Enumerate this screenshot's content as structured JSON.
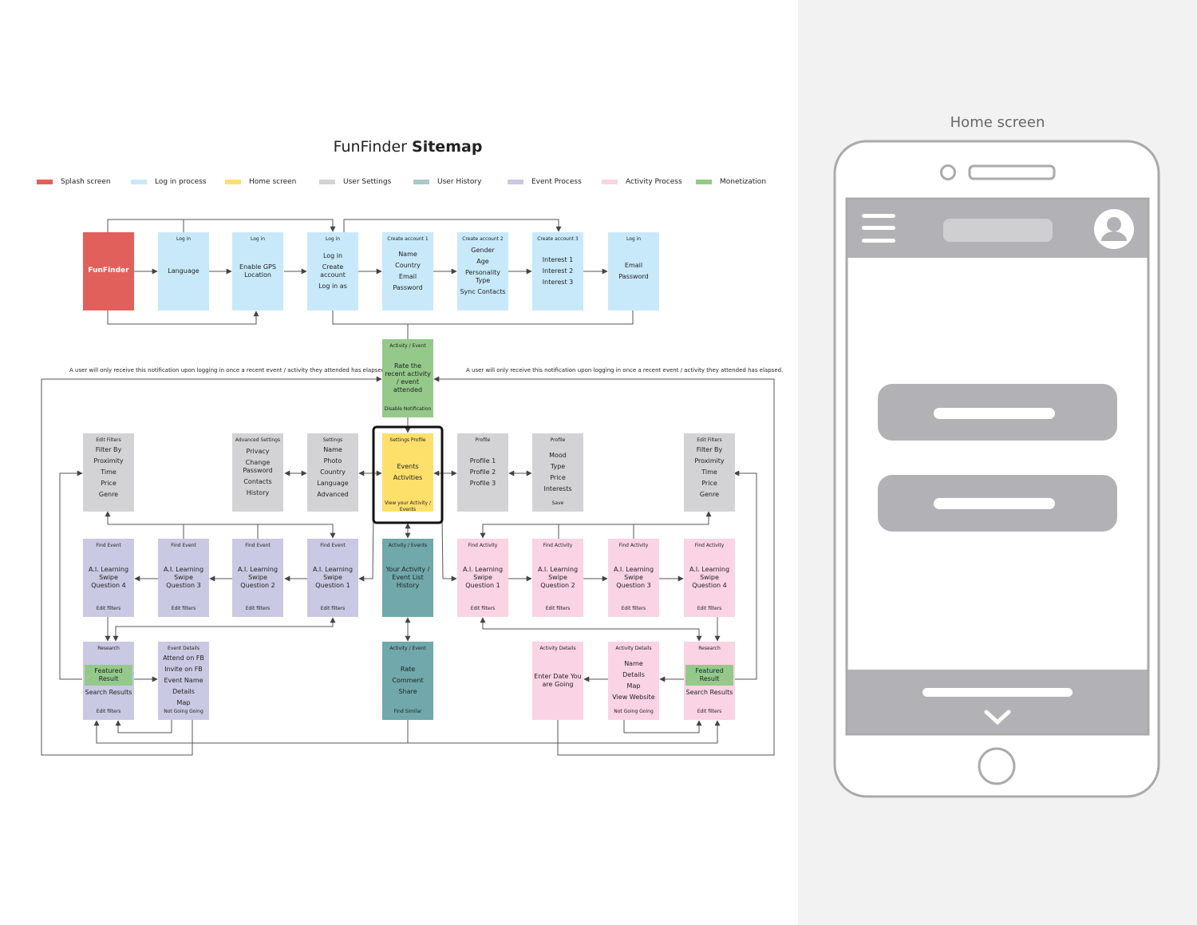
{
  "title": {
    "app": "FunFinder",
    "rest": "Sitemap"
  },
  "legend": [
    {
      "label": "Splash screen",
      "color": "#e2605b"
    },
    {
      "label": "Log in process",
      "color": "#c8e9fa"
    },
    {
      "label": "Home screen",
      "color": "#fde06a"
    },
    {
      "label": "User Settings",
      "color": "#d3d3d5"
    },
    {
      "label": "User History",
      "color": "#a8c8ca"
    },
    {
      "label": "Event Process",
      "color": "#c9c9e3"
    },
    {
      "label": "Activity Process",
      "color": "#fad3e4"
    },
    {
      "label": "Monetization",
      "color": "#94c98a"
    }
  ],
  "colors": {
    "splash": "#e2605b",
    "login": "#c8e9fa",
    "home": "#fde06a",
    "settings": "#d3d3d5",
    "history": "#70a8ab",
    "event": "#c9c9e3",
    "activity": "#fad3e4",
    "monetization": "#94c98a"
  },
  "notes": {
    "left": "A user will only receive this notification upon logging in once a recent event / activity they attended has elapsed.",
    "right": "A user will only receive this notification upon logging in once a recent event / activity they attended has elapsed."
  },
  "boxes": [
    {
      "id": "splash",
      "cat": "splash",
      "header": "",
      "body": [
        "FunFinder"
      ],
      "footer": ""
    },
    {
      "id": "login-language",
      "cat": "login",
      "header": "Log in",
      "body": [
        "Language"
      ],
      "footer": ""
    },
    {
      "id": "login-gps",
      "cat": "login",
      "header": "Log in",
      "body": [
        "Enable GPS Location"
      ],
      "footer": ""
    },
    {
      "id": "login-main",
      "cat": "login",
      "header": "Log in",
      "body": [
        "Log in",
        "Create account",
        "Log in as"
      ],
      "footer": ""
    },
    {
      "id": "create-account-1",
      "cat": "login",
      "header": "Create account 1",
      "body": [
        "Name",
        "Country",
        "Email",
        "Password"
      ],
      "footer": ""
    },
    {
      "id": "create-account-2",
      "cat": "login",
      "header": "Create account 2",
      "body": [
        "Gender",
        "Age",
        "Personality Type",
        "Sync Contacts"
      ],
      "footer": ""
    },
    {
      "id": "create-account-3",
      "cat": "login",
      "header": "Create account 3",
      "body": [
        "Interest 1",
        "Interest 2",
        "Interest 3"
      ],
      "footer": ""
    },
    {
      "id": "login-email",
      "cat": "login",
      "header": "Log in",
      "body": [
        "Email",
        "Password"
      ],
      "footer": ""
    },
    {
      "id": "rate-notification",
      "cat": "monetization",
      "header": "Activity / Event",
      "body": [
        "Rate the recent activity / event attended"
      ],
      "footer": "Disable Notification"
    },
    {
      "id": "edit-filters-left",
      "cat": "settings",
      "header": "Edit Filters",
      "body": [
        "Filter By",
        "Proximity",
        "Time",
        "Price",
        "Genre"
      ],
      "footer": ""
    },
    {
      "id": "advanced-settings",
      "cat": "settings",
      "header": "Advanced Settings",
      "body": [
        "Privacy",
        "Change Password",
        "Contacts",
        "History"
      ],
      "footer": ""
    },
    {
      "id": "settings",
      "cat": "settings",
      "header": "Settings",
      "body": [
        "Name",
        "Photo",
        "Country",
        "Language",
        "Advanced"
      ],
      "footer": ""
    },
    {
      "id": "home",
      "cat": "home",
      "header": "Settings    Profile",
      "body": [
        "Events",
        "Activities"
      ],
      "footer": "View your Activity / Events"
    },
    {
      "id": "profile-list",
      "cat": "settings",
      "header": "Profile",
      "body": [
        "Profile 1",
        "Profile 2",
        "Profile 3"
      ],
      "footer": ""
    },
    {
      "id": "profile-edit",
      "cat": "settings",
      "header": "Profile",
      "body": [
        "Mood",
        "Type",
        "Price",
        "Interests"
      ],
      "footer": "Save"
    },
    {
      "id": "edit-filters-right",
      "cat": "settings",
      "header": "Edit Filters",
      "body": [
        "Filter By",
        "Proximity",
        "Time",
        "Price",
        "Genre"
      ],
      "footer": ""
    },
    {
      "id": "find-event-q4",
      "cat": "event",
      "header": "Find Event",
      "body": [
        "A.I. Learning Swipe Question 4"
      ],
      "footer": "Edit filters"
    },
    {
      "id": "find-event-q3",
      "cat": "event",
      "header": "Find Event",
      "body": [
        "A.I. Learning Swipe Question 3"
      ],
      "footer": "Edit filters"
    },
    {
      "id": "find-event-q2",
      "cat": "event",
      "header": "Find Event",
      "body": [
        "A.I. Learning Swipe Question 2"
      ],
      "footer": "Edit filters"
    },
    {
      "id": "find-event-q1",
      "cat": "event",
      "header": "Find Event",
      "body": [
        "A.I. Learning Swipe Question 1"
      ],
      "footer": "Edit filters"
    },
    {
      "id": "history",
      "cat": "history",
      "header": "Activity / Events",
      "body": [
        "Your Activity / Event List History"
      ],
      "footer": ""
    },
    {
      "id": "find-activity-q1",
      "cat": "activity",
      "header": "Find Activity",
      "body": [
        "A.I. Learning Swipe Question 1"
      ],
      "footer": "Edit filters"
    },
    {
      "id": "find-activity-q2",
      "cat": "activity",
      "header": "Find Activity",
      "body": [
        "A.I. Learning Swipe Question 2"
      ],
      "footer": "Edit filters"
    },
    {
      "id": "find-activity-q3",
      "cat": "activity",
      "header": "Find Activity",
      "body": [
        "A.I. Learning Swipe Question 3"
      ],
      "footer": "Edit filters"
    },
    {
      "id": "find-activity-q4",
      "cat": "activity",
      "header": "Find Activity",
      "body": [
        "A.I. Learning Swipe Question 4"
      ],
      "footer": "Edit filters"
    },
    {
      "id": "research-event",
      "cat": "event",
      "header": "Research",
      "featured": "Featured Result",
      "body": [
        "Search Results"
      ],
      "footer": "Edit filters"
    },
    {
      "id": "event-details",
      "cat": "event",
      "header": "Event Details",
      "body": [
        "Attend on FB",
        "Invite on FB",
        "Event Name",
        "Details",
        "Map"
      ],
      "footer": "Not Going    Going"
    },
    {
      "id": "rate-comment",
      "cat": "history",
      "header": "Activity / Event",
      "body": [
        "Rate",
        "Comment",
        "Share"
      ],
      "footer": "Find Similar"
    },
    {
      "id": "activity-date",
      "cat": "activity",
      "header": "Activity Details",
      "body": [
        "Enter Date You are Going"
      ],
      "footer": ""
    },
    {
      "id": "activity-details",
      "cat": "activity",
      "header": "Activity Details",
      "body": [
        "Name",
        "Details",
        "Map",
        "View Website"
      ],
      "footer": "Not Going    Going"
    },
    {
      "id": "research-activity",
      "cat": "activity",
      "header": "Research",
      "featured": "Featured Result",
      "body": [
        "Search Results"
      ],
      "footer": "Edit filters"
    }
  ],
  "phone": {
    "title": "Home screen"
  }
}
